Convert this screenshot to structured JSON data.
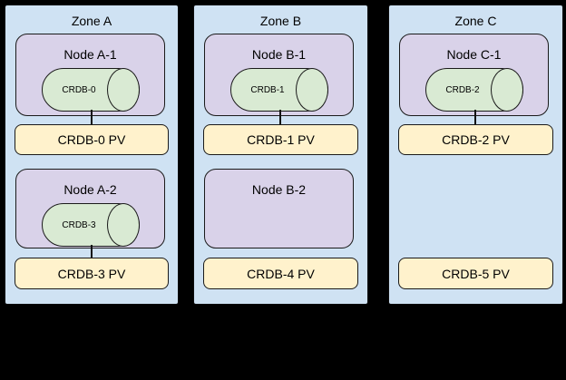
{
  "diagram_title": "",
  "colors": {
    "zone_fill": "#cfe2f3",
    "node_fill": "#d9d2e9",
    "pod_fill": "#d9ead3",
    "pv_fill": "#fff2cc",
    "border": "#000000",
    "background": "#000000"
  },
  "zones": [
    {
      "label": "Zone A",
      "node1": {
        "label": "Node A-1",
        "pod": "CRDB-0"
      },
      "pv1": "CRDB-0 PV",
      "node2": {
        "label": "Node A-2",
        "pod": "CRDB-3"
      },
      "pv2": "CRDB-3 PV"
    },
    {
      "label": "Zone B",
      "node1": {
        "label": "Node B-1",
        "pod": "CRDB-1"
      },
      "pv1": "CRDB-1 PV",
      "node2": {
        "label": "Node B-2"
      },
      "pv2": "CRDB-4 PV"
    },
    {
      "label": "Zone C",
      "node1": {
        "label": "Node C-1",
        "pod": "CRDB-2"
      },
      "pv1": "CRDB-2 PV",
      "pv2": "CRDB-5 PV"
    }
  ]
}
